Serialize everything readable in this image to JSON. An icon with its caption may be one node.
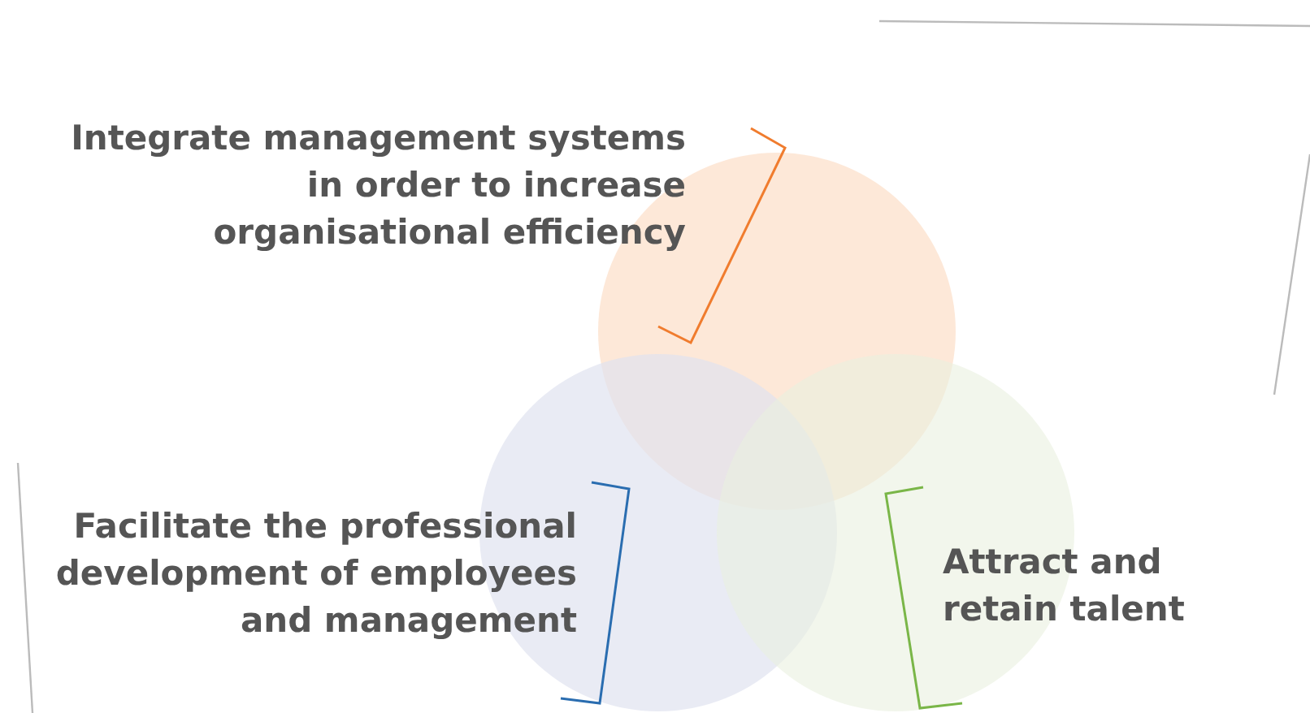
{
  "diagram": {
    "labels": [
      "Integrate management systems in order to increase organisational efficiency",
      "Facilitate the professional development of employees and management",
      "Attract and retain talent"
    ]
  }
}
